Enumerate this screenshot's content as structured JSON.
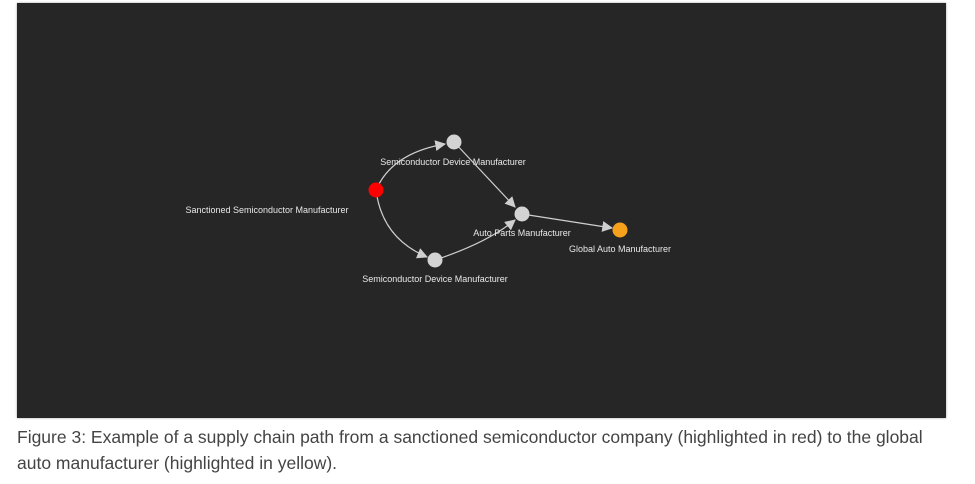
{
  "diagram": {
    "nodes": [
      {
        "id": "sanctioned",
        "label": "Sanctioned Semiconductor Manufacturer",
        "color": "#ff0000"
      },
      {
        "id": "device1",
        "label": "Semiconductor Device Manufacturer",
        "color": "#d3d3d3"
      },
      {
        "id": "device2",
        "label": "Semiconductor Device Manufacturer",
        "color": "#d3d3d3"
      },
      {
        "id": "autoparts",
        "label": "Auto Parts Manufacturer",
        "color": "#d3d3d3"
      },
      {
        "id": "global",
        "label": "Global Auto Manufacturer",
        "color": "#f5a11c"
      }
    ],
    "edges": [
      {
        "from": "sanctioned",
        "to": "device1"
      },
      {
        "from": "sanctioned",
        "to": "device2"
      },
      {
        "from": "device1",
        "to": "autoparts"
      },
      {
        "from": "device2",
        "to": "autoparts"
      },
      {
        "from": "autoparts",
        "to": "global"
      }
    ],
    "edge_color": "#cfcfcf",
    "background": "#262626"
  },
  "caption": {
    "text": "Figure 3: Example of a supply chain path from a sanctioned semiconductor company (highlighted in red) to the global auto manufacturer (highlighted in yellow)."
  }
}
